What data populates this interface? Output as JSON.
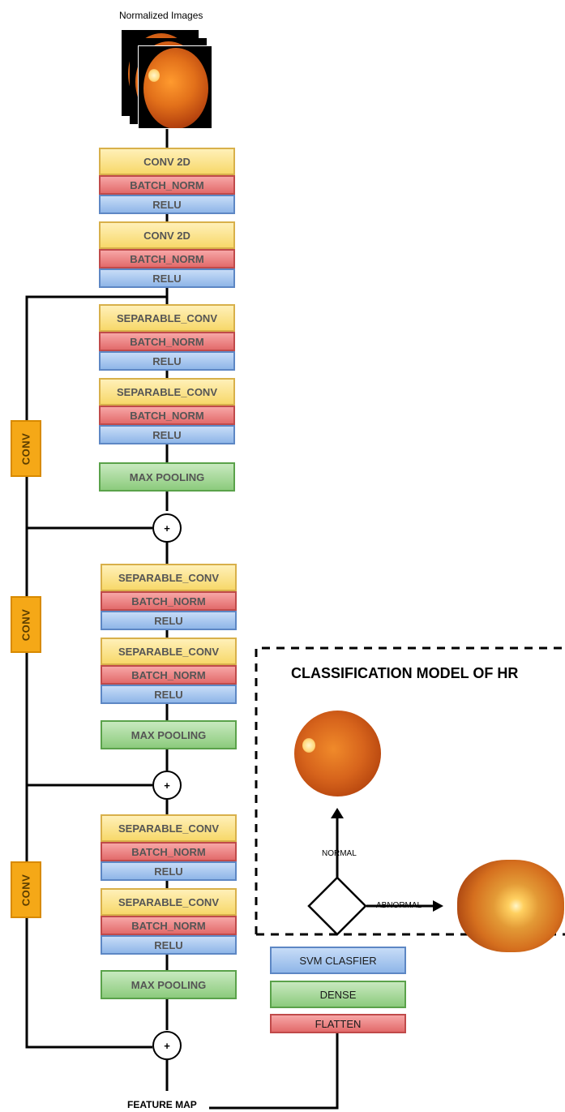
{
  "input_title": "Normalized Images",
  "blocks": {
    "conv2d": "CONV 2D",
    "batch_norm": "BATCH_NORM",
    "relu": "RELU",
    "separable_conv": "SEPARABLE_CONV",
    "max_pooling": "MAX POOLING"
  },
  "side_conv_label": "CONV",
  "plus_symbol": "+",
  "feature_map": "FEATURE MAP",
  "classifier": {
    "title": "CLASSIFICATION MODEL OF HR",
    "normal": "NORMAL",
    "abnormal": "ABNORMAL",
    "svm": "SVM CLASFIER",
    "dense": "DENSE",
    "flatten": "FLATTEN"
  },
  "colors": {
    "conv": "#f7d86a",
    "batch_norm": "#e26a6a",
    "relu": "#8fb6e8",
    "pooling": "#8ccb7d",
    "side_conv": "#f5a817"
  }
}
